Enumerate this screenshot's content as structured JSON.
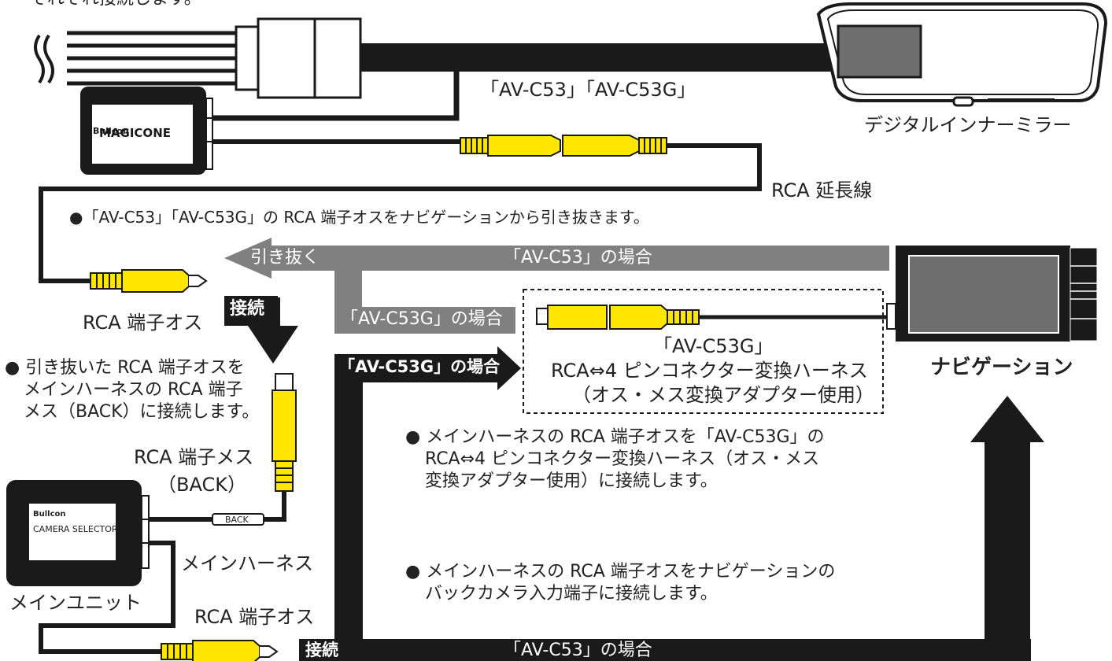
{
  "header": {
    "cut_text": "それぞれ接続します。"
  },
  "labels": {
    "av_c53_pair": "「AV-C53」「AV-C53G」",
    "mirror": "デジタルインナーミラー",
    "rca_extension": "RCA 延長線",
    "rca_male_top": "RCA 端子オス",
    "rca_female": "RCA 端子メス",
    "rca_female_back": "（BACK）",
    "back_tag": "BACK",
    "main_harness": "メインハーネス",
    "main_unit": "メインユニット",
    "rca_male_bottom": "RCA 端子オス",
    "navigation": "ナビゲーション",
    "harness_title": "「AV-C53G」",
    "harness_line2": "RCA⇔4 ピンコネクター変換ハーネス",
    "harness_line3": "（オス・メス変換アダプター使用）"
  },
  "devices": {
    "magicone_brand": "Bullcon",
    "magicone_name": "MAGICONE",
    "selector_brand": "Bullcon",
    "selector_name": "CAMERA SELECTOR"
  },
  "arrows": {
    "pull_out": "引き抜く",
    "case_c53_top": "「AV-C53」の場合",
    "case_c53g_gray": "「AV-C53G」の場合",
    "connect_top": "接続",
    "case_c53g_black": "「AV-C53G」の場合",
    "connect_bottom": "接続",
    "case_c53_bottom": "「AV-C53」の場合"
  },
  "notes": {
    "note1": "●「AV-C53」「AV-C53G」の RCA 端子オスをナビゲーションから引き抜きます。",
    "note2_l1": "● 引き抜いた RCA 端子オスを",
    "note2_l2": "メインハーネスの RCA 端子",
    "note2_l3": "メス（BACK）に接続します。",
    "note3_l1": "● メインハーネスの RCA 端子オスを「AV-C53G」の",
    "note3_l2": "RCA⇔4 ピンコネクター変換ハーネス（オス・メス",
    "note3_l3": "変換アダプター使用）に接続します。",
    "note4_l1": "● メインハーネスの RCA 端子オスをナビゲーションの",
    "note4_l2": "バックカメラ入力端子に接続します。"
  },
  "colors": {
    "cable": "#1a1a1a",
    "arrow_gray": "#808080",
    "plug_yellow": "#ffe600"
  }
}
